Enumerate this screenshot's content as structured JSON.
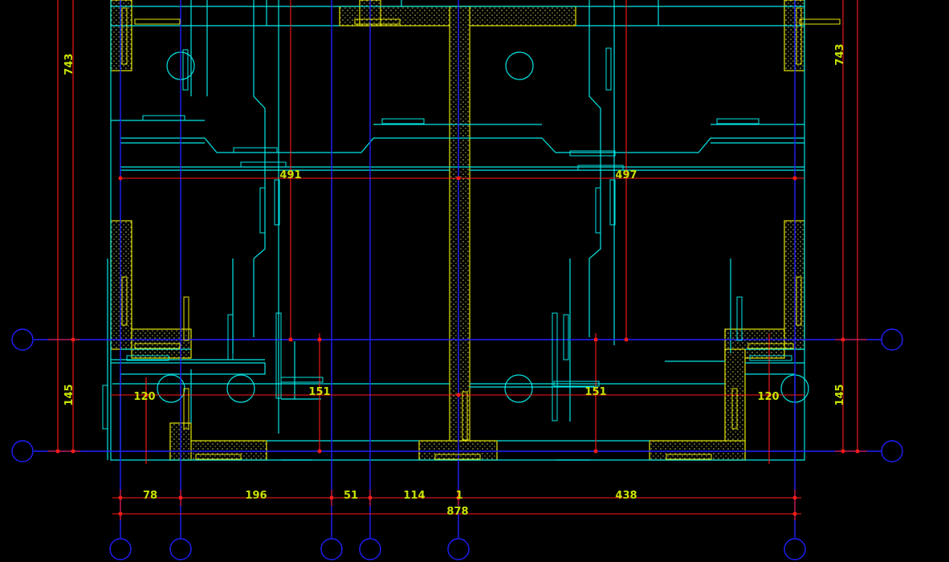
{
  "drawing": {
    "colors": {
      "background": "#000000",
      "wall": "#e6e600",
      "pipe": "#00e5e5",
      "grid_axis": "#2020ff",
      "dimension": "#ff1a1a",
      "text": "#c8e000"
    },
    "dimensions": {
      "left_top": "743",
      "right_top": "743",
      "left_bottom": "145",
      "right_bottom": "145",
      "bottom_segments": [
        "78",
        "196",
        "51",
        "114",
        "1",
        "438"
      ],
      "bottom_total": "878",
      "mid_labels": [
        "491",
        "497",
        "120",
        "151",
        "151",
        "120"
      ]
    }
  }
}
